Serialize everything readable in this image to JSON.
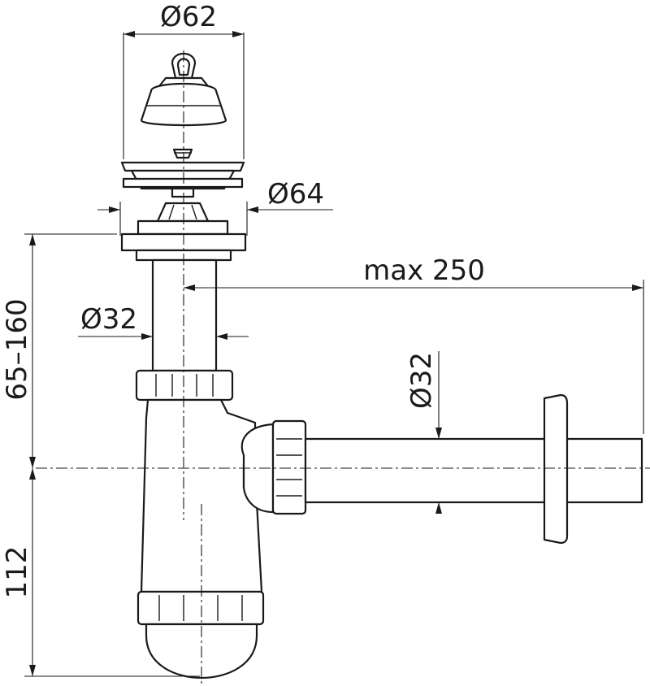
{
  "dimensions": {
    "plug_diameter": "Ø62",
    "flange_diameter": "Ø64",
    "inlet_pipe_diameter": "Ø32",
    "outlet_pipe_diameter": "Ø32",
    "outlet_length": "max 250",
    "adjustable_height": "65–160",
    "trap_depth": "112"
  },
  "colors": {
    "line": "#1a1a1a",
    "background": "#ffffff"
  }
}
